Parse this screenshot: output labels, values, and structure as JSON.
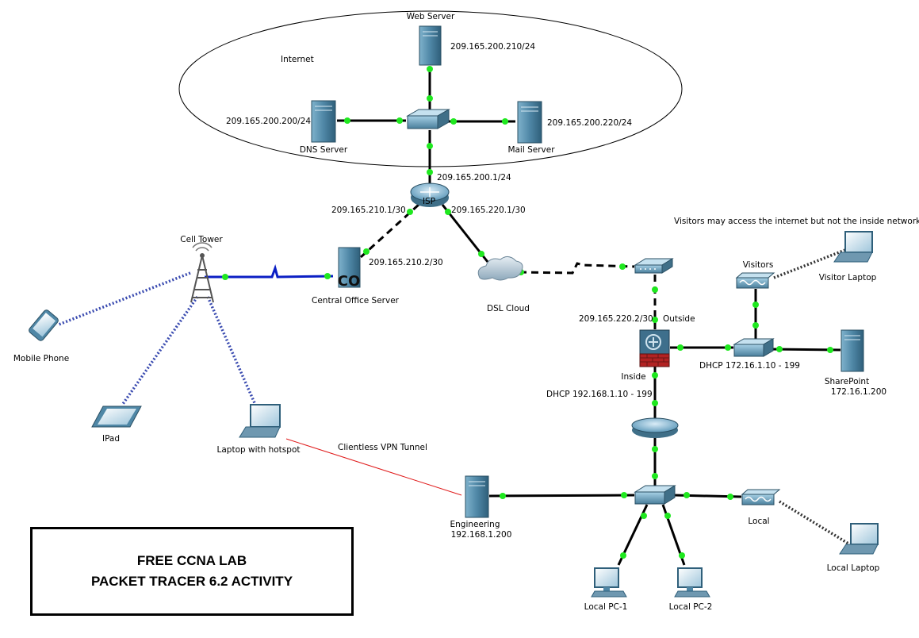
{
  "labels": {
    "internet": "Internet",
    "web_server": "Web Server",
    "web_server_ip": "209.165.200.210/24",
    "dns_server": "DNS Server",
    "dns_server_ip": "209.165.200.200/24",
    "mail_server": "Mail Server",
    "mail_server_ip": "209.165.200.220/24",
    "isp_lan_ip": "209.165.200.1/24",
    "isp": "ISP",
    "isp_co_ip": "209.165.210.1/30",
    "isp_dsl_ip": "209.165.220.1/30",
    "cell_tower": "Cell Tower",
    "co_ip": "209.165.210.2/30",
    "co_glyph": "CO",
    "central_office": "Central Office Server",
    "dsl_cloud": "DSL Cloud",
    "visitors_note": "Visitors may access the internet but not the inside network",
    "visitors": "Visitors",
    "visitor_laptop": "Visitor Laptop",
    "asa_outside_ip": "209.165.220.2/30",
    "outside": "Outside",
    "inside": "Inside",
    "dhcp_visitors": "DHCP  172.16.1.10 - 199",
    "sharepoint": "SharePoint",
    "sharepoint_ip": "172.16.1.200",
    "dhcp_inside": "DHCP  192.168.1.10 - 199",
    "mobile_phone": "Mobile Phone",
    "ipad": "IPad",
    "laptop_hotspot": "Laptop with hotspot",
    "vpn_tunnel": "Clientless VPN Tunnel",
    "engineering": "Engineering",
    "engineering_ip": "192.168.1.200",
    "local": "Local",
    "local_laptop": "Local Laptop",
    "local_pc1": "Local PC-1",
    "local_pc2": "Local PC-2"
  },
  "banner": {
    "line1": "FREE CCNA LAB",
    "line2": "PACKET TRACER 6.2 ACTIVITY"
  },
  "colors": {
    "link_up": "#1fe81f",
    "serial_link": "#0b1fc4",
    "vpn_tunnel": "#e01b1b",
    "device_blue": "#4f87a6"
  }
}
